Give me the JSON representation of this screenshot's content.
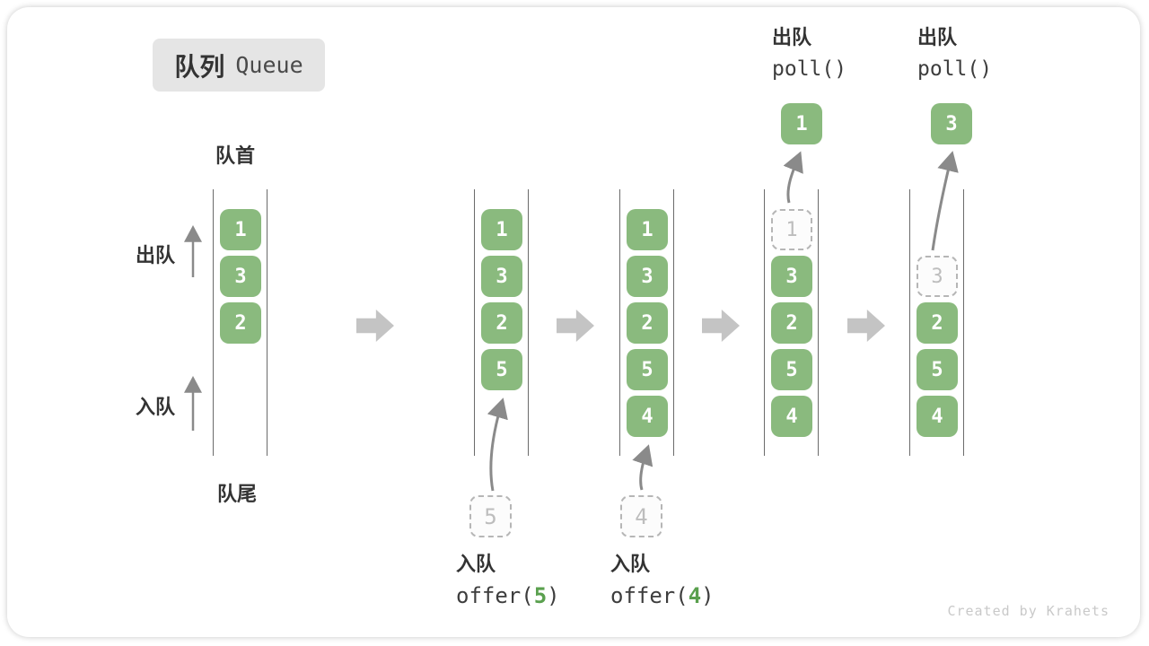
{
  "title": {
    "zh": "队列",
    "en": "Queue"
  },
  "labels": {
    "front": "队首",
    "rear": "队尾",
    "dequeue": "出队",
    "enqueue": "入队"
  },
  "ops": {
    "enqueue": [
      {
        "label": "入队",
        "fn": "offer(",
        "arg": "5",
        "close": ")"
      },
      {
        "label": "入队",
        "fn": "offer(",
        "arg": "4",
        "close": ")"
      }
    ],
    "dequeue": [
      {
        "label": "出队",
        "code": "poll()",
        "value": "1"
      },
      {
        "label": "出队",
        "code": "poll()",
        "value": "3"
      }
    ]
  },
  "states": [
    {
      "cells": [
        {
          "value": "1",
          "row": 0,
          "style": "filled"
        },
        {
          "value": "3",
          "row": 1,
          "style": "filled"
        },
        {
          "value": "2",
          "row": 2,
          "style": "filled"
        }
      ]
    },
    {
      "incoming": "5",
      "cells": [
        {
          "value": "1",
          "row": 0,
          "style": "filled"
        },
        {
          "value": "3",
          "row": 1,
          "style": "filled"
        },
        {
          "value": "2",
          "row": 2,
          "style": "filled"
        },
        {
          "value": "5",
          "row": 3,
          "style": "filled"
        }
      ]
    },
    {
      "incoming": "4",
      "cells": [
        {
          "value": "1",
          "row": 0,
          "style": "filled"
        },
        {
          "value": "3",
          "row": 1,
          "style": "filled"
        },
        {
          "value": "2",
          "row": 2,
          "style": "filled"
        },
        {
          "value": "5",
          "row": 3,
          "style": "filled"
        },
        {
          "value": "4",
          "row": 4,
          "style": "filled"
        }
      ]
    },
    {
      "cells": [
        {
          "value": "1",
          "row": 0,
          "style": "ghost"
        },
        {
          "value": "3",
          "row": 1,
          "style": "filled"
        },
        {
          "value": "2",
          "row": 2,
          "style": "filled"
        },
        {
          "value": "5",
          "row": 3,
          "style": "filled"
        },
        {
          "value": "4",
          "row": 4,
          "style": "filled"
        }
      ]
    },
    {
      "cells": [
        {
          "value": "3",
          "row": 1,
          "style": "ghost"
        },
        {
          "value": "2",
          "row": 2,
          "style": "filled"
        },
        {
          "value": "5",
          "row": 3,
          "style": "filled"
        },
        {
          "value": "4",
          "row": 4,
          "style": "filled"
        }
      ]
    }
  ],
  "watermark": "Created by Krahets",
  "colors": {
    "cell_green": "#8aba7e",
    "cell_text": "#ffffff",
    "ghost_border": "#b6b6b6",
    "ghost_text": "#bdbdbd",
    "label_dark": "#333333",
    "code_text": "#3d3d3d",
    "code_green": "#5aa04e",
    "transition_arrow": "#c4c4c4",
    "flow_arrow": "#8a8a8a",
    "title_bg": "#e5e5e5",
    "watermark": "#c9c9c9",
    "channel_line": "#6b6b6b"
  }
}
